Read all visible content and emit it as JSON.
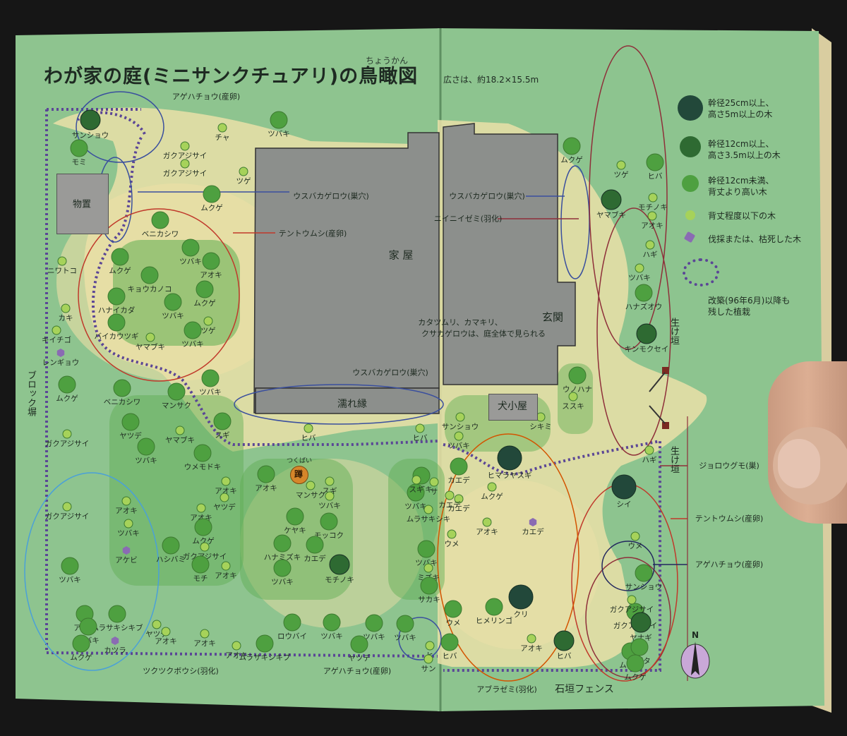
{
  "title": "わが家の庭(ミニサンクチュアリ)の鳥瞰図",
  "title_ruby": "ちょうかん",
  "size_note": "広さは、約18.2×15.5m",
  "buildings": {
    "house": "家 屋",
    "entrance": "玄関",
    "storage": "物置",
    "veranda": "濡れ縁",
    "dog_house": "犬小屋",
    "house_note_1": "カタツムリ、カマキリ、",
    "house_note_2": "クサカゲロウは、庭全体で見られる"
  },
  "fences": {
    "block": "ブロック塀",
    "stone": "石垣フェンス",
    "hedge_top": "生け垣",
    "hedge_bottom": "生け垣"
  },
  "creatures": {
    "agehacho_top": "アゲハチョウ(産卵)",
    "usubakagero_1": "ウスバカゲロウ(巣穴)",
    "tentomushi_left": "テントウムシ(産卵)",
    "usubakagero_2": "ウスバカゲロウ(巣穴)",
    "niiniizemi": "ニイニイゼミ(羽化)",
    "usubakagero_3": "ウスバカゲロウ(巣穴)",
    "jorougumo": "ジョロウグモ(巣)",
    "tentomushi_right": "テントウムシ(産卵)",
    "agehacho_right": "アゲハチョウ(産卵)",
    "tsukutsukuboshi": "ツクツクボウシ(羽化)",
    "agehacho_bottom": "アゲハチョウ(産卵)",
    "aburazemi": "アブラゼミ(羽化)"
  },
  "basin": {
    "ruby": "つくばい",
    "label": "蹲"
  },
  "legend": [
    {
      "line1": "幹径25cm以上、",
      "line2": "高さ5m以上の木",
      "color": "#22483a"
    },
    {
      "line1": "幹径12cm以上、",
      "line2": "高さ3.5m以上の木",
      "color": "#2e6a32"
    },
    {
      "line1": "幹径12cm未満、",
      "line2": "背丈より高い木",
      "color": "#4ea040"
    },
    {
      "line1": "背丈程度以下の木",
      "line2": "",
      "color": "#a6d25a"
    },
    {
      "line1": "伐採または、枯死した木",
      "line2": "",
      "color": "#8a6bb3"
    },
    {
      "line1": "改築(96年6月)以降も",
      "line2": "残した植栽",
      "color": "#5b4696"
    }
  ],
  "north_label": "N",
  "trees": [
    {
      "name": "サンショウ"
    },
    {
      "name": "モミ"
    },
    {
      "name": "チャ"
    },
    {
      "name": "ツバキ"
    },
    {
      "name": "ガクアジサイ"
    },
    {
      "name": "ガクアジサイ"
    },
    {
      "name": "ツゲ"
    },
    {
      "name": "ムクゲ"
    },
    {
      "name": "ベニカシワ"
    },
    {
      "name": "ツバキ"
    },
    {
      "name": "ニワトコ"
    },
    {
      "name": "ムクゲ"
    },
    {
      "name": "アオキ"
    },
    {
      "name": "キョウカノコ"
    },
    {
      "name": "ハナイカダ"
    },
    {
      "name": "ムクゲ"
    },
    {
      "name": "ツバキ"
    },
    {
      "name": "カキ"
    },
    {
      "name": "バイカウツギ"
    },
    {
      "name": "ツゲ"
    },
    {
      "name": "キイチゴ"
    },
    {
      "name": "ヤマブキ"
    },
    {
      "name": "ツバキ"
    },
    {
      "name": "レンギョウ"
    },
    {
      "name": "ツバキ"
    },
    {
      "name": "ムクゲ"
    },
    {
      "name": "ベニカシワ"
    },
    {
      "name": "マンサク"
    },
    {
      "name": "スギ"
    },
    {
      "name": "ヒバ"
    },
    {
      "name": "ヒバ"
    },
    {
      "name": "ガクアジサイ"
    },
    {
      "name": "ヤツデ"
    },
    {
      "name": "ヤマブキ"
    },
    {
      "name": "ツバキ"
    },
    {
      "name": "ウメモドキ"
    },
    {
      "name": "アオキ"
    },
    {
      "name": "スギ"
    },
    {
      "name": "マンサク"
    },
    {
      "name": "ツバキ"
    },
    {
      "name": "ツバキ"
    },
    {
      "name": "アオキ"
    },
    {
      "name": "ヤツデ"
    },
    {
      "name": "ガクアジサイ"
    },
    {
      "name": "アオキ"
    },
    {
      "name": "アオキ"
    },
    {
      "name": "ツバキ"
    },
    {
      "name": "ムクゲ"
    },
    {
      "name": "ケヤキ"
    },
    {
      "name": "モッコク"
    },
    {
      "name": "アケビ"
    },
    {
      "name": "ハシバミ"
    },
    {
      "name": "ガクアジサイ"
    },
    {
      "name": "ハナミズキ"
    },
    {
      "name": "カエデ"
    },
    {
      "name": "ツバキ"
    },
    {
      "name": "モチノキ"
    },
    {
      "name": "ツバキ"
    },
    {
      "name": "モチ"
    },
    {
      "name": "アオキ"
    },
    {
      "name": "アオキ"
    },
    {
      "name": "ムラサキシキブ"
    },
    {
      "name": "ロウバイ"
    },
    {
      "name": "ツバキ"
    },
    {
      "name": "ツバキ"
    },
    {
      "name": "ツバキ"
    },
    {
      "name": "ヤツデ"
    },
    {
      "name": "アオキ"
    },
    {
      "name": "アオキ"
    },
    {
      "name": "ツバキ"
    },
    {
      "name": "ムクゲ"
    },
    {
      "name": "カツラ"
    },
    {
      "name": "アオキ"
    },
    {
      "name": "ムラサキシキブ"
    },
    {
      "name": "ヤツデ"
    },
    {
      "name": "ツバキ"
    },
    {
      "name": "スギ"
    },
    {
      "name": "サ"
    },
    {
      "name": "ムラサキシキ"
    },
    {
      "name": "カエデ"
    },
    {
      "name": "ウメ"
    },
    {
      "name": "ツバキ"
    },
    {
      "name": "ミズキ"
    },
    {
      "name": "サカキ"
    },
    {
      "name": "ツバキ"
    },
    {
      "name": "サンショウ"
    },
    {
      "name": "ヒマラヤスギ"
    },
    {
      "name": "カエデ"
    },
    {
      "name": "ムクゲ"
    },
    {
      "name": "カエデ"
    },
    {
      "name": "アオキ"
    },
    {
      "name": "カエデ"
    },
    {
      "name": "ウメ"
    },
    {
      "name": "クリ"
    },
    {
      "name": "ヒメリンゴ"
    },
    {
      "name": "アオキ"
    },
    {
      "name": "ヒバ"
    },
    {
      "name": "ヒバ"
    },
    {
      "name": "ムクゲ"
    },
    {
      "name": "ガクアジサイ"
    },
    {
      "name": "ムクゲ"
    },
    {
      "name": "ツゲ"
    },
    {
      "name": "ヒバ"
    },
    {
      "name": "ヤマブキ"
    },
    {
      "name": "モチノキ"
    },
    {
      "name": "アオキ"
    },
    {
      "name": "ハギ"
    },
    {
      "name": "ツバキ"
    },
    {
      "name": "ハナズオウ"
    },
    {
      "name": "キンモクセイ"
    },
    {
      "name": "ウノハナ"
    },
    {
      "name": "ススキ"
    },
    {
      "name": "シキミ"
    },
    {
      "name": "ハギ"
    },
    {
      "name": "シイ"
    },
    {
      "name": "ウメ"
    },
    {
      "name": "サンショウ"
    },
    {
      "name": "ガクアジサイ"
    },
    {
      "name": "ヤナギ"
    },
    {
      "name": "イボタ"
    },
    {
      "name": "ムクゲ"
    },
    {
      "name": "ヒ"
    },
    {
      "name": "サン"
    }
  ]
}
